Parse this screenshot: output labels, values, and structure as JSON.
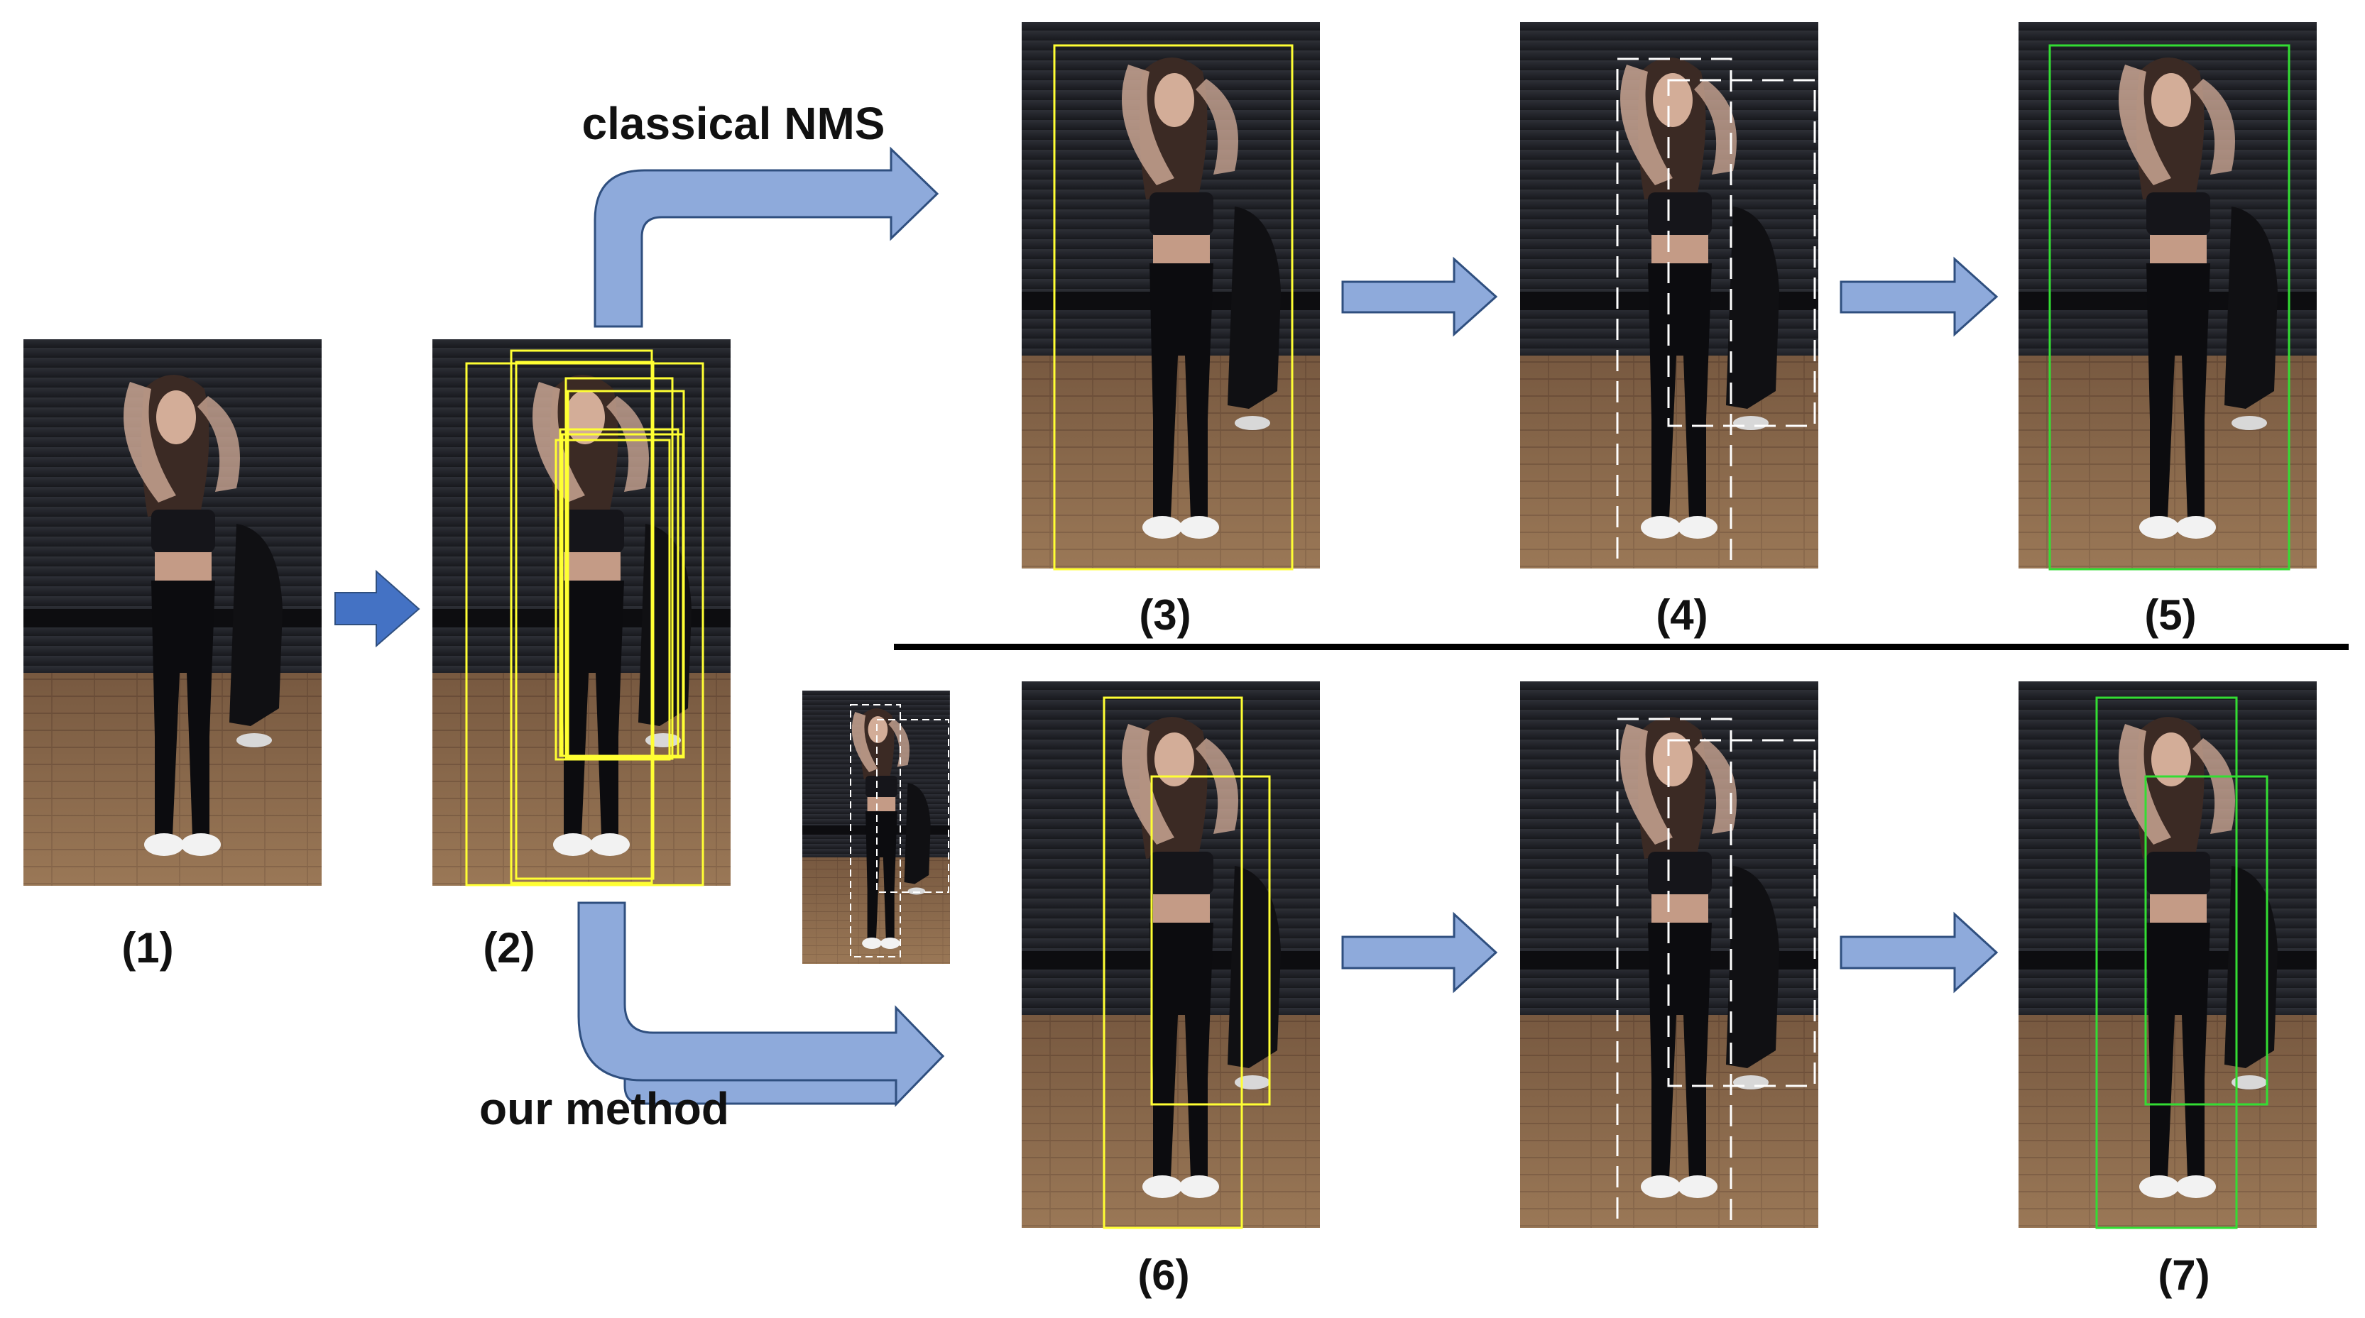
{
  "labels": {
    "l1": "(1)",
    "l2": "(2)",
    "l3": "(3)",
    "l4": "(4)",
    "l5": "(5)",
    "l6": "(6)",
    "l7": "(7)",
    "classical": "classical NMS",
    "ours": "our method"
  },
  "colors": {
    "arrow_fill": "#8eaadb",
    "arrow_stroke": "#2f4f7f",
    "arrow_dark": "#4472c4",
    "box_yellow": "#ffff33",
    "box_green": "#33dd33",
    "box_white": "#ffffff",
    "divider": "#000000",
    "wall": "#1e1f24",
    "floor": "#8a6a4c"
  }
}
